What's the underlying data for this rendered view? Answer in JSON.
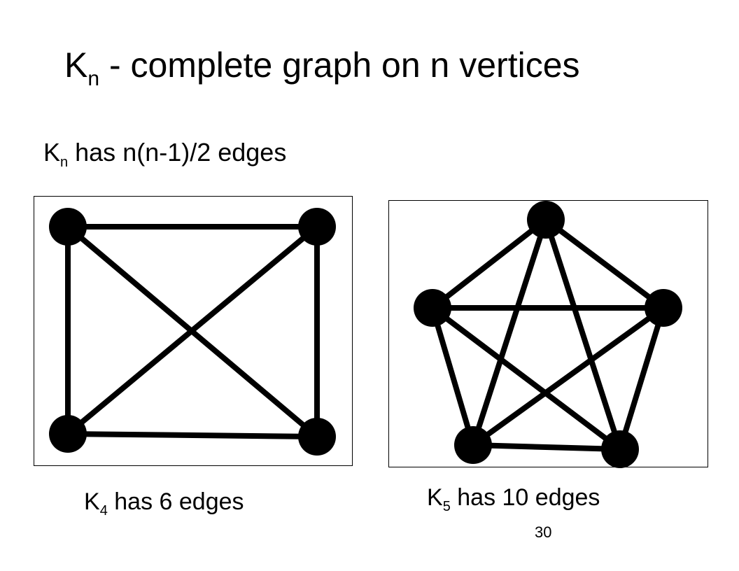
{
  "slide": {
    "title": {
      "prefix": "K",
      "subscript": "n",
      "suffix": " - complete graph on n vertices"
    },
    "subtitle": {
      "prefix": "K",
      "subscript": "n",
      "suffix": " has n(n-1)/2 edges"
    },
    "page_number": "30"
  },
  "graphs": {
    "k4": {
      "caption": {
        "prefix": "K",
        "subscript": "4",
        "suffix": " has 6 edges"
      },
      "vertex_count": 4,
      "edge_count": 6
    },
    "k5": {
      "caption": {
        "prefix": "K",
        "subscript": "5",
        "suffix": " has 10 edges"
      },
      "vertex_count": 5,
      "edge_count": 10
    }
  },
  "colors": {
    "ink": "#000000",
    "background": "#ffffff"
  }
}
